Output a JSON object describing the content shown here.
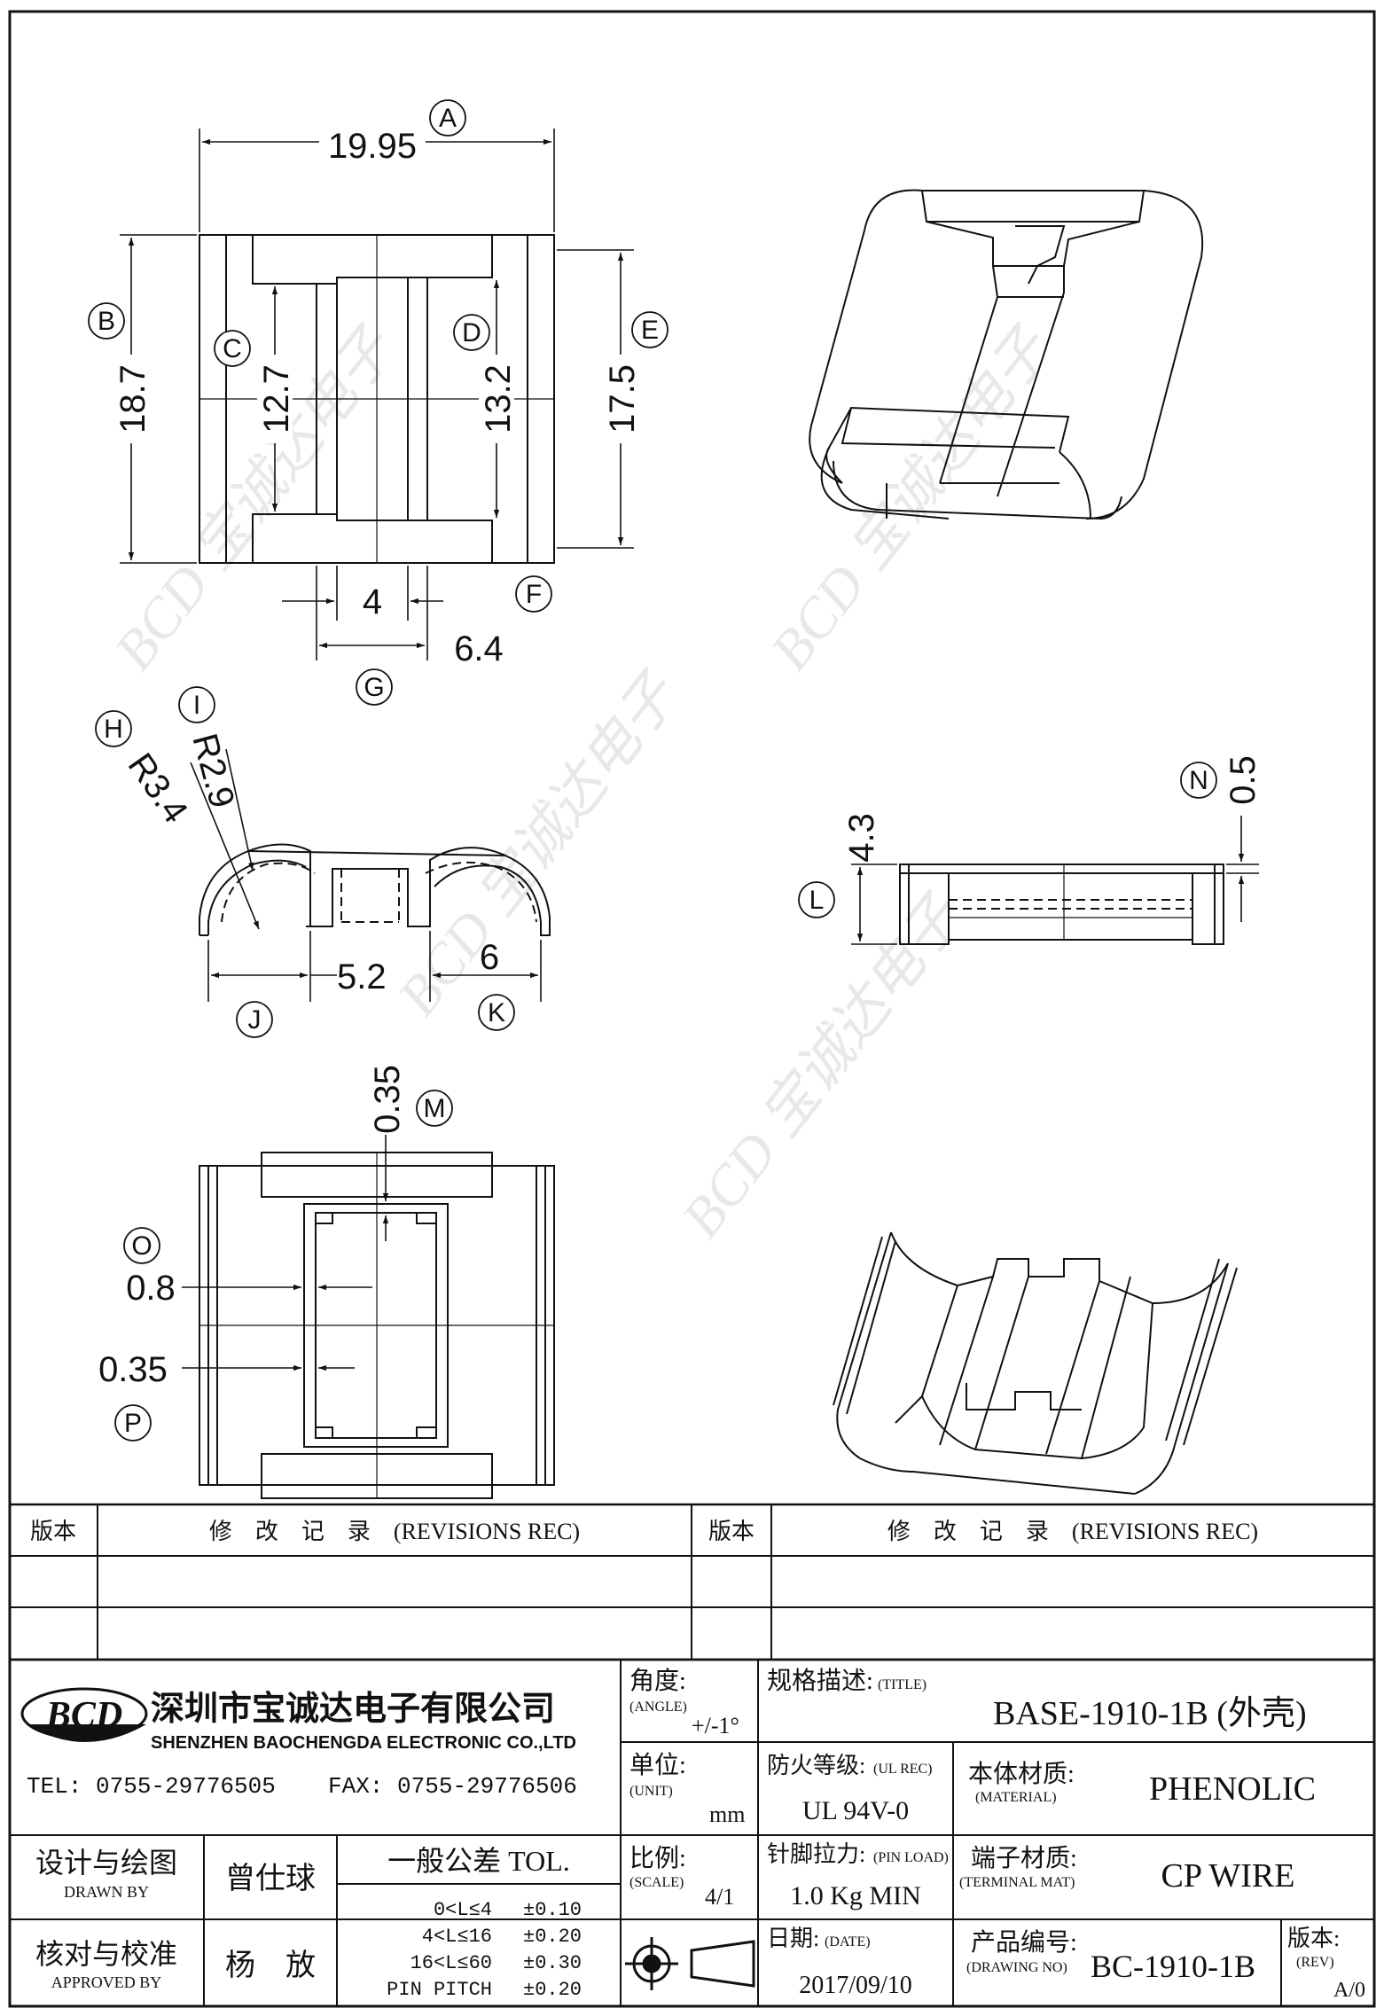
{
  "dimensions": [
    {
      "name": "dim-a",
      "value": "19.95",
      "ref": "A"
    },
    {
      "name": "dim-b",
      "value": "18.7",
      "ref": "B"
    },
    {
      "name": "dim-c",
      "value": "12.7",
      "ref": "C"
    },
    {
      "name": "dim-d",
      "value": "13.2",
      "ref": "D"
    },
    {
      "name": "dim-e",
      "value": "17.5",
      "ref": "E"
    },
    {
      "name": "dim-f",
      "value": "4",
      "ref": "F"
    },
    {
      "name": "dim-g",
      "value": "6.4",
      "ref": "G"
    },
    {
      "name": "dim-h",
      "value": "R3.4",
      "ref": "H"
    },
    {
      "name": "dim-i",
      "value": "R2.9",
      "ref": "I"
    },
    {
      "name": "dim-j",
      "value": "5.2",
      "ref": "J"
    },
    {
      "name": "dim-k",
      "value": "6",
      "ref": "K"
    },
    {
      "name": "dim-l",
      "value": "4.3",
      "ref": "L"
    },
    {
      "name": "dim-m",
      "value": "0.35",
      "ref": "M"
    },
    {
      "name": "dim-n",
      "value": "0.5",
      "ref": "N"
    },
    {
      "name": "dim-o",
      "value": "0.8",
      "ref": "O"
    },
    {
      "name": "dim-p",
      "value": "0.35",
      "ref": "P"
    }
  ],
  "watermark": {
    "text": "BCD 宝诚达电子"
  },
  "revisions": {
    "col_version": "版本",
    "col_record": "修　改　记　录　(REVISIONS REC)"
  },
  "company": {
    "logo_text": "BCD",
    "name_cn": "深圳市宝诚达电子有限公司",
    "name_en": "SHENZHEN BAOCHENGDA ELECTRONIC CO.,LTD",
    "tel": "TEL: 0755-29776505",
    "fax": "FAX: 0755-29776506"
  },
  "titleblock": {
    "angle_label": "角度:",
    "angle_label_en": "(ANGLE)",
    "angle_value": "+/-1°",
    "title_label": "规格描述:",
    "title_label_en": "(TITLE)",
    "title_value": "BASE-1910-1B (外壳)",
    "unit_label": "单位:",
    "unit_label_en": "(UNIT)",
    "unit_value": "mm",
    "fire_label": "防火等级:",
    "fire_label_en": "(UL REC)",
    "fire_value": "UL 94V-0",
    "material_label": "本体材质:",
    "material_label_en": "(MATERIAL)",
    "material_value": "PHENOLIC",
    "designer_label": "设计与绘图",
    "designer_label_en": "DRAWN BY",
    "designer_value": "曾仕球",
    "tol_title": "一般公差 TOL.",
    "tol_rows": [
      {
        "range": "0<L≤4",
        "value": "±0.10"
      },
      {
        "range": "4<L≤16",
        "value": "±0.20"
      },
      {
        "range": "16<L≤60",
        "value": "±0.30"
      },
      {
        "range": "PIN PITCH",
        "value": "±0.20"
      }
    ],
    "scale_label": "比例:",
    "scale_label_en": "(SCALE)",
    "scale_value": "4/1",
    "pin_label": "针脚拉力:",
    "pin_label_en": "(PIN LOAD)",
    "pin_value": "1.0 Kg MIN",
    "terminal_label": "端子材质:",
    "terminal_label_en": "(TERMINAL MAT)",
    "terminal_value": "CP WIRE",
    "checker_label": "核对与校准",
    "checker_label_en": "APPROVED BY",
    "checker_value": "杨　放",
    "date_label": "日期:",
    "date_label_en": "(DATE)",
    "date_value": "2017/09/10",
    "drawing_label": "产品编号:",
    "drawing_label_en": "(DRAWING NO)",
    "drawing_value": "BC-1910-1B",
    "rev_label": "版本:",
    "rev_label_en": "(REV)",
    "rev_value": "A/0"
  }
}
